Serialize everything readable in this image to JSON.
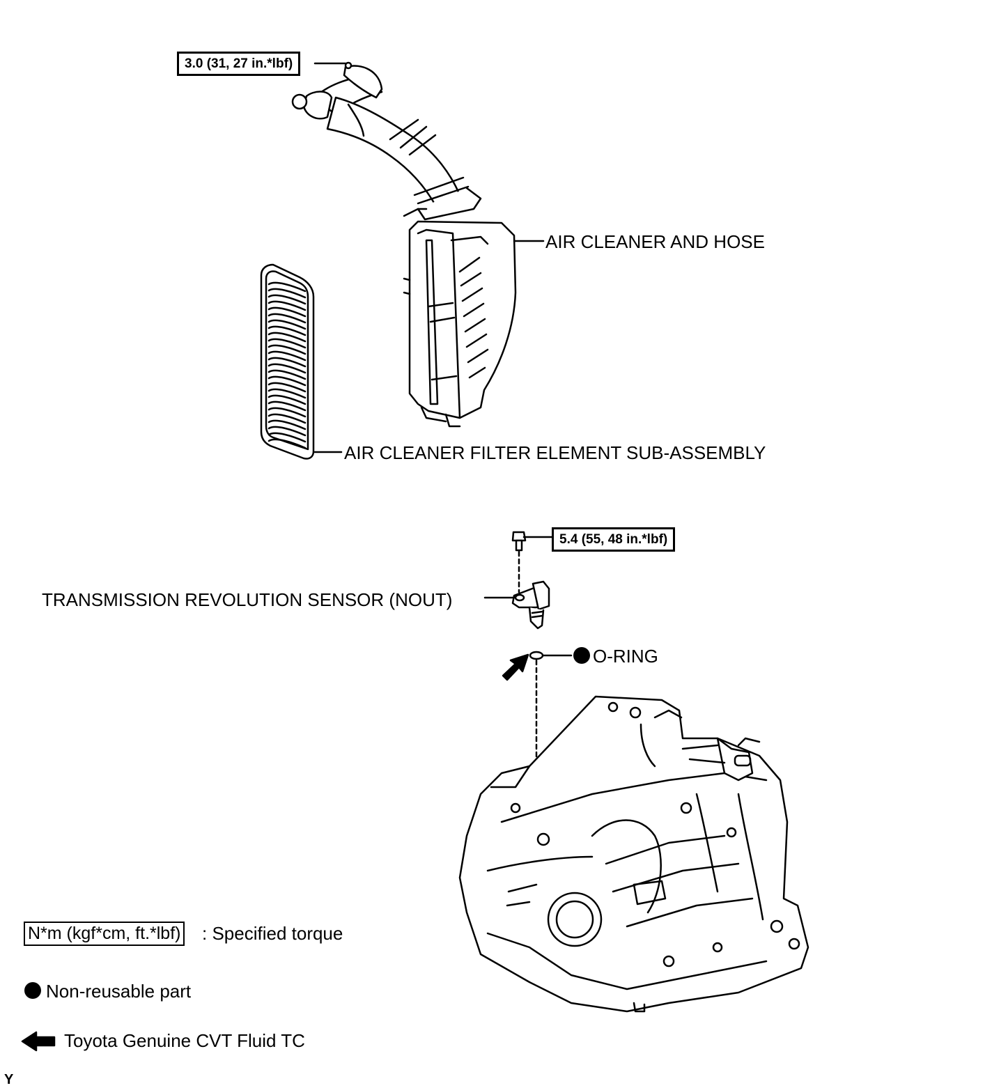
{
  "labels": {
    "air_cleaner_hose": "AIR CLEANER AND HOSE",
    "filter_element": "AIR CLEANER FILTER ELEMENT SUB-ASSEMBLY",
    "revolution_sensor": "TRANSMISSION REVOLUTION SENSOR (NOUT)",
    "o_ring": "O-RING"
  },
  "torques": {
    "hose_clamp": "3.0 (31, 27 in.*lbf)",
    "sensor_bolt": "5.4 (55, 48 in.*lbf)"
  },
  "legend": {
    "torque_units": "N*m (kgf*cm, ft.*lbf)",
    "torque_desc": ": Specified torque",
    "non_reusable": "Non-reusable part",
    "fluid": "Toyota Genuine CVT Fluid TC"
  },
  "corner_mark": "Y"
}
